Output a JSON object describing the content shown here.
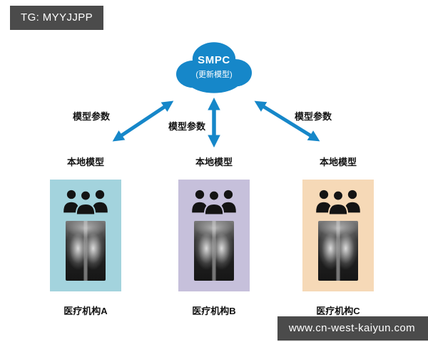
{
  "watermarks": {
    "top_left": "TG: MYYJJPP",
    "bottom_right": "www.cn-west-kaiyun.com"
  },
  "cloud": {
    "title": "SMPC",
    "subtitle": "(更新模型)"
  },
  "arrow_labels": {
    "left": "模型参数",
    "center": "模型参数",
    "right": "模型参数"
  },
  "nodes": [
    {
      "local_model_label": "本地模型",
      "org_label": "医疗机构A",
      "box_color": "#a3d3dd"
    },
    {
      "local_model_label": "本地模型",
      "org_label": "医疗机构B",
      "box_color": "#c6c0db"
    },
    {
      "local_model_label": "本地模型",
      "org_label": "医疗机构C",
      "box_color": "#f6d9b7"
    }
  ],
  "colors": {
    "cloud_fill": "#1687c9",
    "arrow": "#1687c9",
    "watermark_bg": "#4b4b4b",
    "people_icon": "#141414",
    "background": "#ffffff"
  }
}
